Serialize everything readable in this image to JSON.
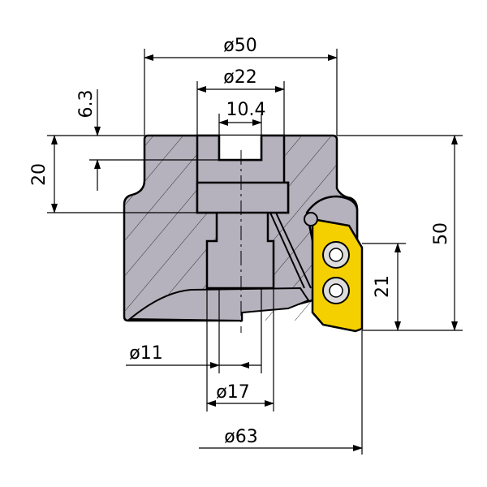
{
  "title": "Face mill cross-section drawing",
  "dimensions": {
    "d50": "ø50",
    "d22": "ø22",
    "w10_4": "10.4",
    "h6_3": "6.3",
    "h20": "20",
    "h50": "50",
    "h21": "21",
    "d11": "ø11",
    "d17": "ø17",
    "d63": "ø63"
  },
  "colors": {
    "body": "#b5b1bd",
    "insert": "#f5d000"
  }
}
